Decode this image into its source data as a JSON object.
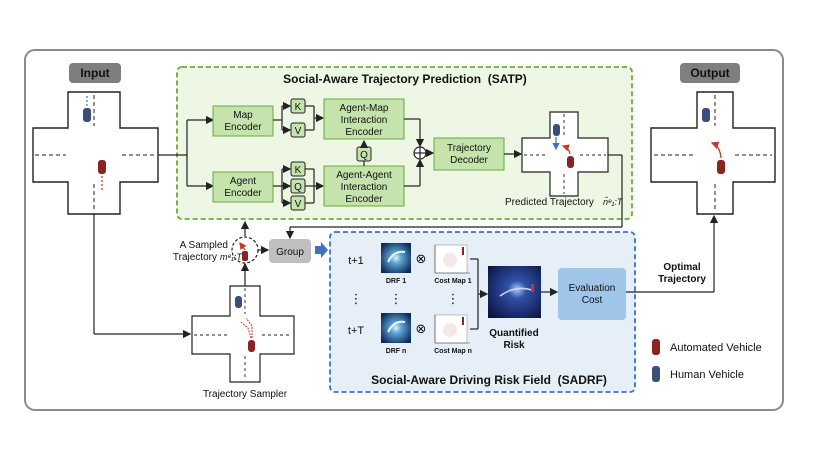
{
  "labels": {
    "input": "Input",
    "output": "Output",
    "satp_title": "Social-Aware Trajectory Prediction  (SATP)",
    "map_encoder": [
      "Map",
      "Encoder"
    ],
    "agent_encoder": [
      "Agent",
      "Encoder"
    ],
    "k": "K",
    "v": "V",
    "q": "Q",
    "agent_map": [
      "Agent-Map",
      "Interaction",
      "Encoder"
    ],
    "agent_agent": [
      "Agent-Agent",
      "Interaction",
      "Encoder"
    ],
    "traj_decoder": [
      "Trajectory",
      "Decoder"
    ],
    "predicted_traj": "Predicted Trajectory",
    "predicted_traj_math": "n̂ᵉ₁:T",
    "sampled_traj": [
      "A Sampled",
      "Trajectory"
    ],
    "sampled_traj_math": "mᵉ₁:T",
    "group": "Group",
    "traj_sampler": "Trajectory Sampler",
    "sadrf_title": "Social-Aware Driving Risk Field  (SADRF)",
    "t1": "t+1",
    "tT": "t+T",
    "drf1": "DRF 1",
    "drfn": "DRF n",
    "costmap1": "Cost Map 1",
    "costmapn": "Cost Map n",
    "quantified_risk": [
      "Quantified",
      "Risk"
    ],
    "evaluation_cost": [
      "Evaluation",
      "Cost"
    ],
    "optimal_traj": [
      "Optimal",
      "Trajectory"
    ],
    "legend_automated": "Automated Vehicle",
    "legend_human": "Human Vehicle",
    "vdots": "⋮",
    "otimes": "⊗",
    "oplus": "⊕"
  },
  "colors": {
    "satp_fill": "#eef7e4",
    "satp_border": "#6aaa3a",
    "box_green": "#c5e3ad",
    "sadrf_fill": "#e6eef8",
    "sadrf_border": "#3d72c4",
    "eval_box": "#9fc5e8",
    "label_gray": "#7f7f7f",
    "automated": "#8b2323",
    "human": "#3a4f7a"
  }
}
